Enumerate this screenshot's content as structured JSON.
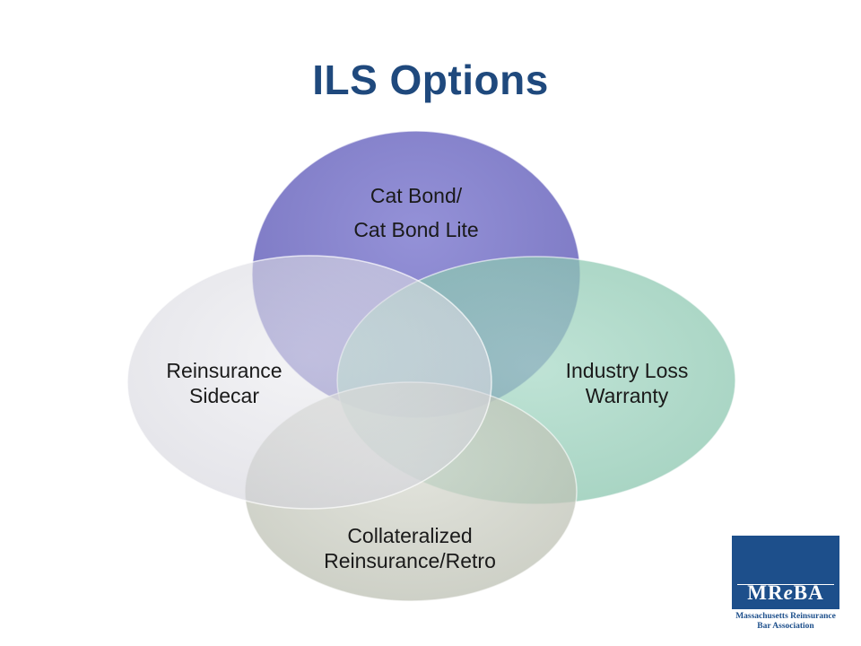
{
  "slide": {
    "title": "ILS Options"
  },
  "venn": {
    "sets": [
      {
        "key": "top",
        "lines": [
          "Cat Bond/",
          "Cat Bond Lite"
        ],
        "fill": "#7a76c6"
      },
      {
        "key": "right",
        "lines": [
          "Industry Loss",
          "Warranty"
        ],
        "fill": "#8fcab3"
      },
      {
        "key": "bottom",
        "lines": [
          "Collateralized",
          "Reinsurance/Retro"
        ],
        "fill": "#c4c8bc"
      },
      {
        "key": "left",
        "lines": [
          "Reinsurance",
          "Sidecar"
        ],
        "fill": "#dcdce3"
      }
    ]
  },
  "logo": {
    "letters_pre": "MR",
    "letter_e": "e",
    "letters_post": "BA",
    "sub_line1": "Massachusetts Reinsurance",
    "sub_line2": "Bar Association",
    "color": "#1d4f8b"
  }
}
